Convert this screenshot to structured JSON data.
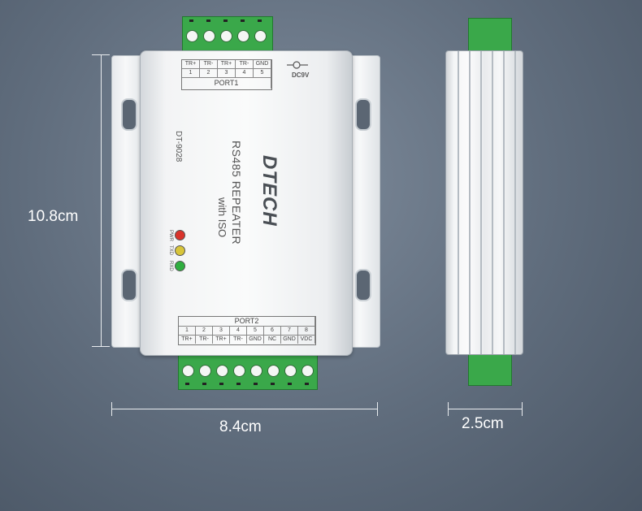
{
  "dimensions": {
    "height_label": "10.8cm",
    "width_label": "8.4cm",
    "depth_label": "2.5cm"
  },
  "device": {
    "brand": "DTECH",
    "product_name": "RS485 REPEATER",
    "product_sub": "with ISO",
    "model": "DT-9028",
    "power_label": "DC9V",
    "port1": {
      "name": "PORT1",
      "pin_labels": [
        "TR+",
        "TR-",
        "TR+",
        "TR-",
        "GND"
      ],
      "pin_numbers": [
        "1",
        "2",
        "3",
        "4",
        "5"
      ]
    },
    "port2": {
      "name": "PORT2",
      "pin_numbers": [
        "1",
        "2",
        "3",
        "4",
        "5",
        "6",
        "7",
        "8"
      ],
      "pin_labels": [
        "TR+",
        "TR-",
        "TR+",
        "TR-",
        "GND",
        "NC",
        "GND",
        "VDC"
      ]
    },
    "leds": [
      {
        "label": "PWR",
        "color": "#d9332b"
      },
      {
        "label": "TXD",
        "color": "#d8c53a"
      },
      {
        "label": "RXD",
        "color": "#2fae3f"
      }
    ]
  }
}
